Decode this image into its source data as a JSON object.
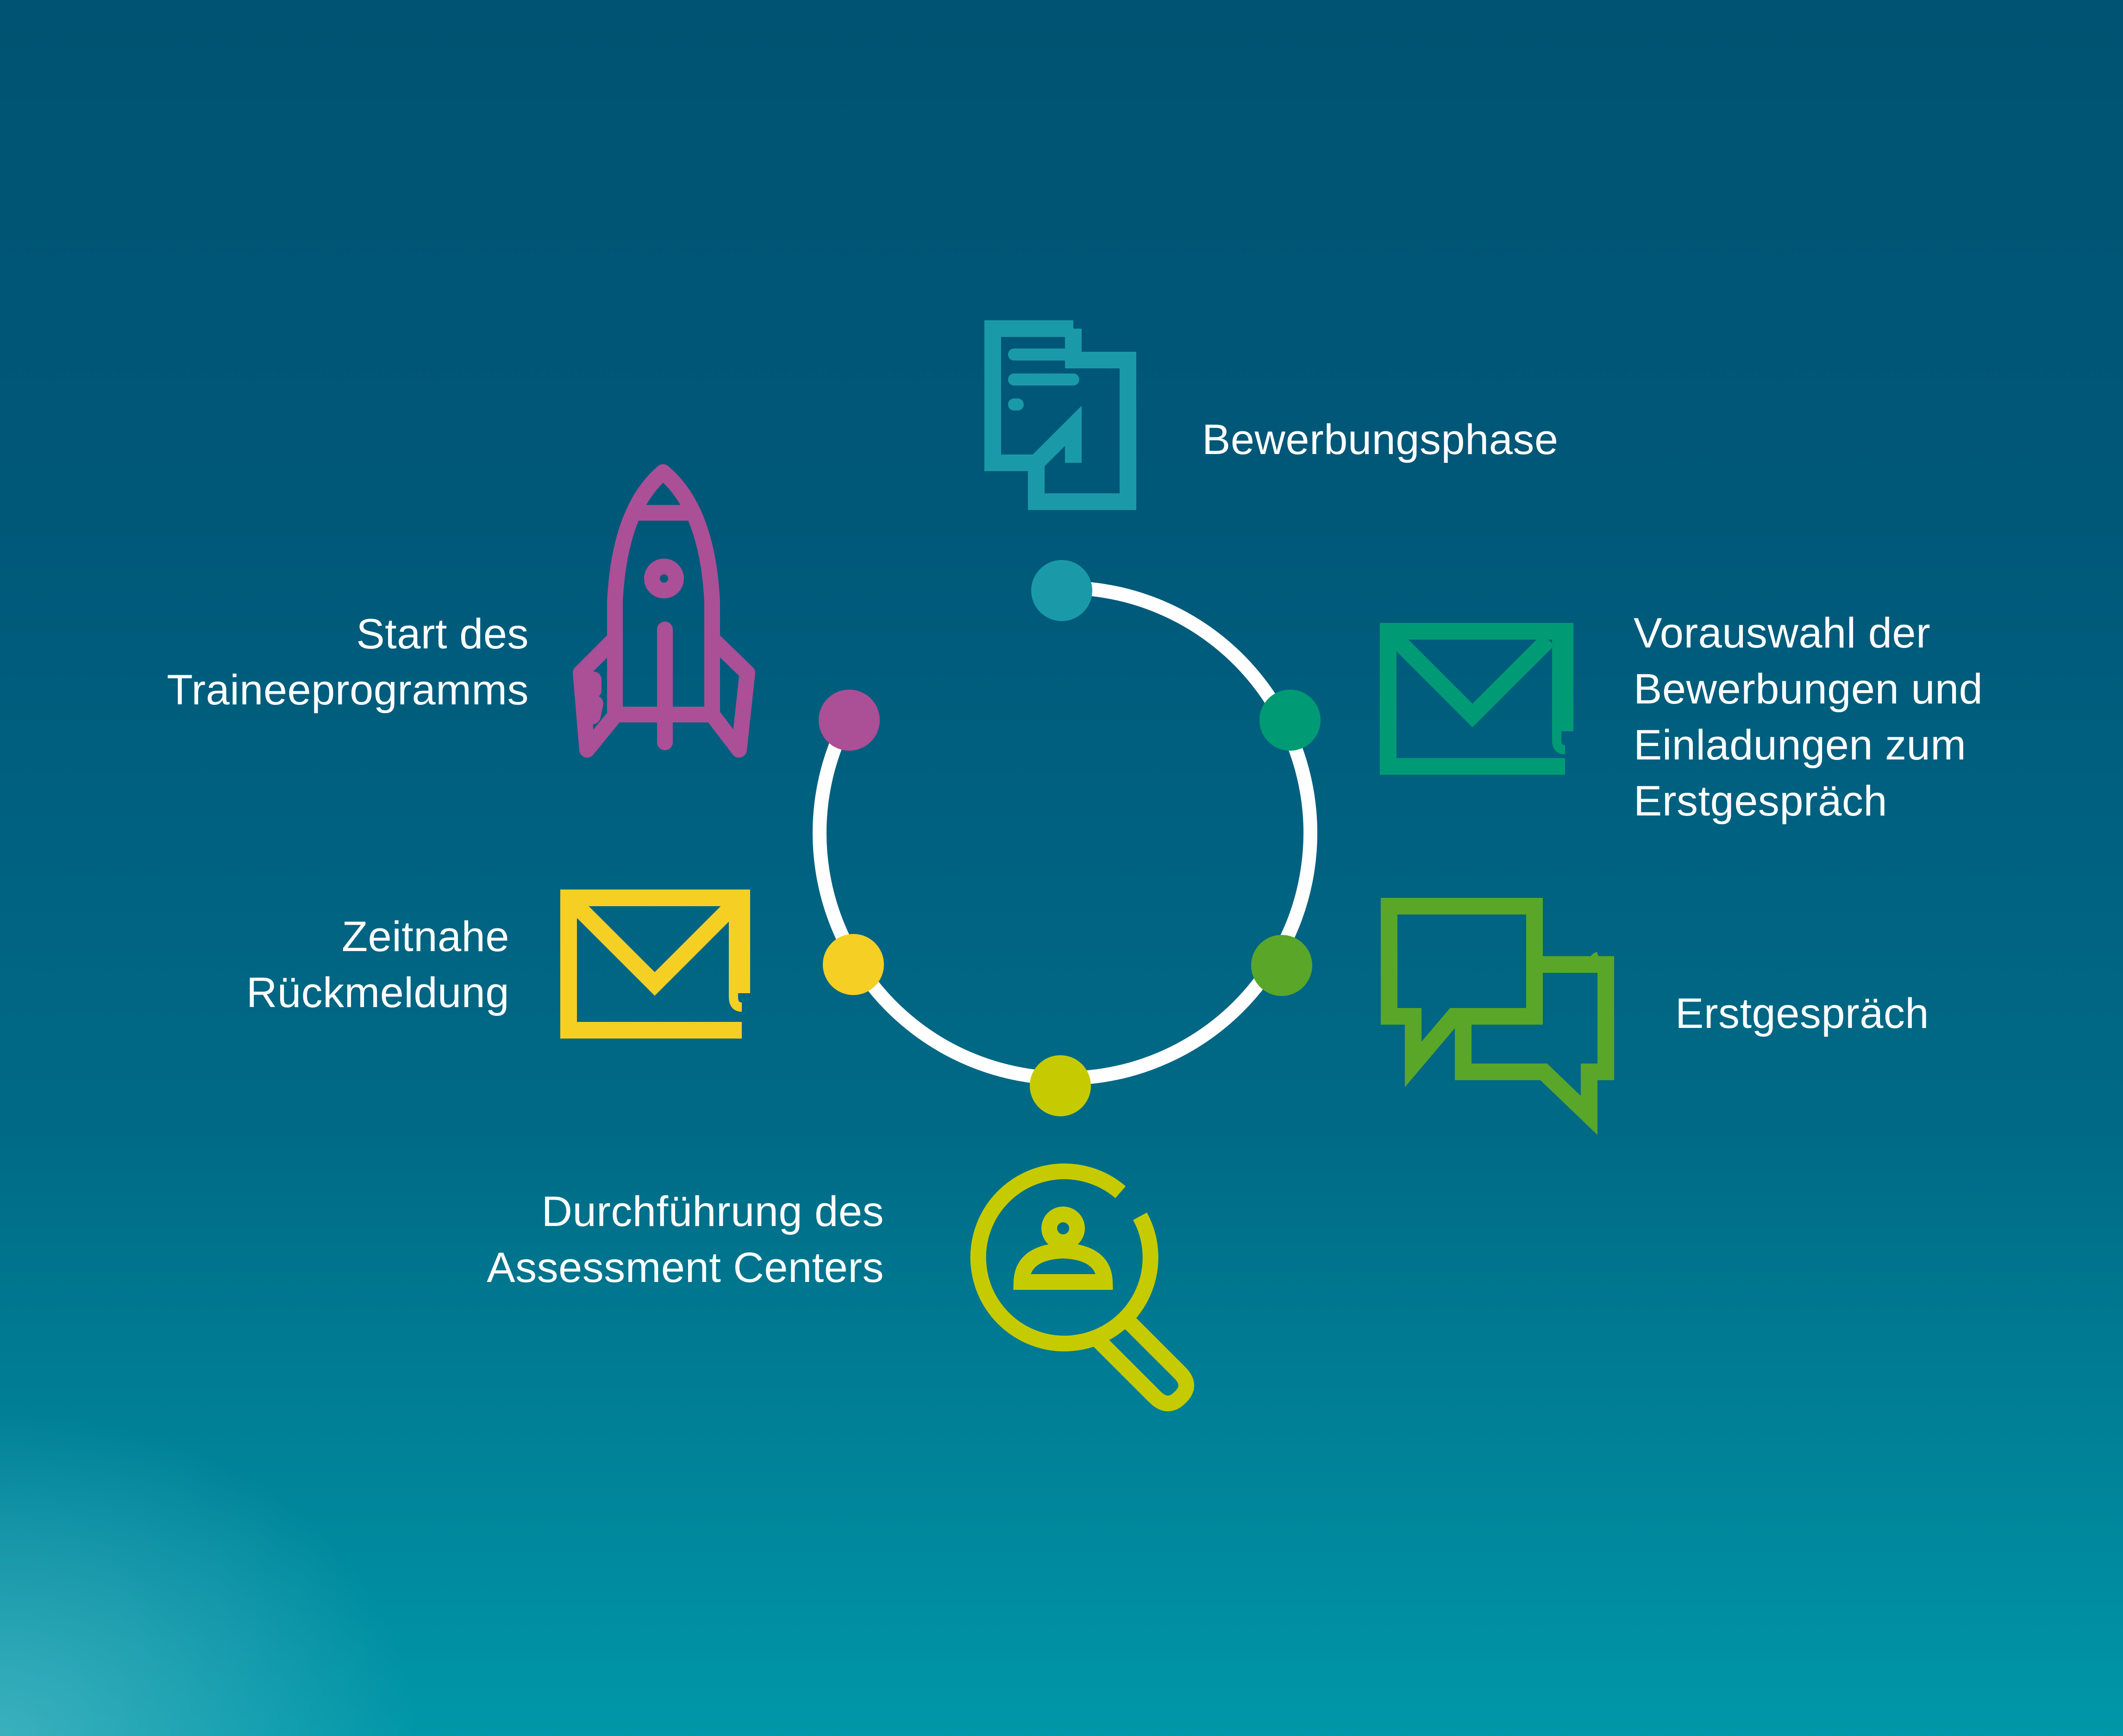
{
  "colors": {
    "background_top": "#005372",
    "background_bottom": "#0097a9",
    "ring": "#ffffff",
    "label_text": "#ffffff"
  },
  "steps": [
    {
      "id": "bewerbungsphase",
      "label": "Bewerbungsphase",
      "icon": "document-icon",
      "color": "#1a9aa9"
    },
    {
      "id": "vorauswahl",
      "label": "Vorauswahl der\nBewerbungen und\nEinladungen zum\nErstgespräch",
      "icon": "envelope-icon",
      "color": "#009b74"
    },
    {
      "id": "erstgespraech",
      "label": "Erstgespräch",
      "icon": "chat-bubbles-icon",
      "color": "#5aa628"
    },
    {
      "id": "assessment",
      "label": "Durchführung des\nAssessment Centers",
      "icon": "magnifier-person-icon",
      "color": "#c5cb00"
    },
    {
      "id": "rueckmeldung",
      "label": "Zeitnahe\nRückmeldung",
      "icon": "envelope-icon",
      "color": "#f6cf25"
    },
    {
      "id": "start",
      "label": "Start des\nTraineeprogramms",
      "icon": "rocket-icon",
      "color": "#ab4f96"
    }
  ]
}
